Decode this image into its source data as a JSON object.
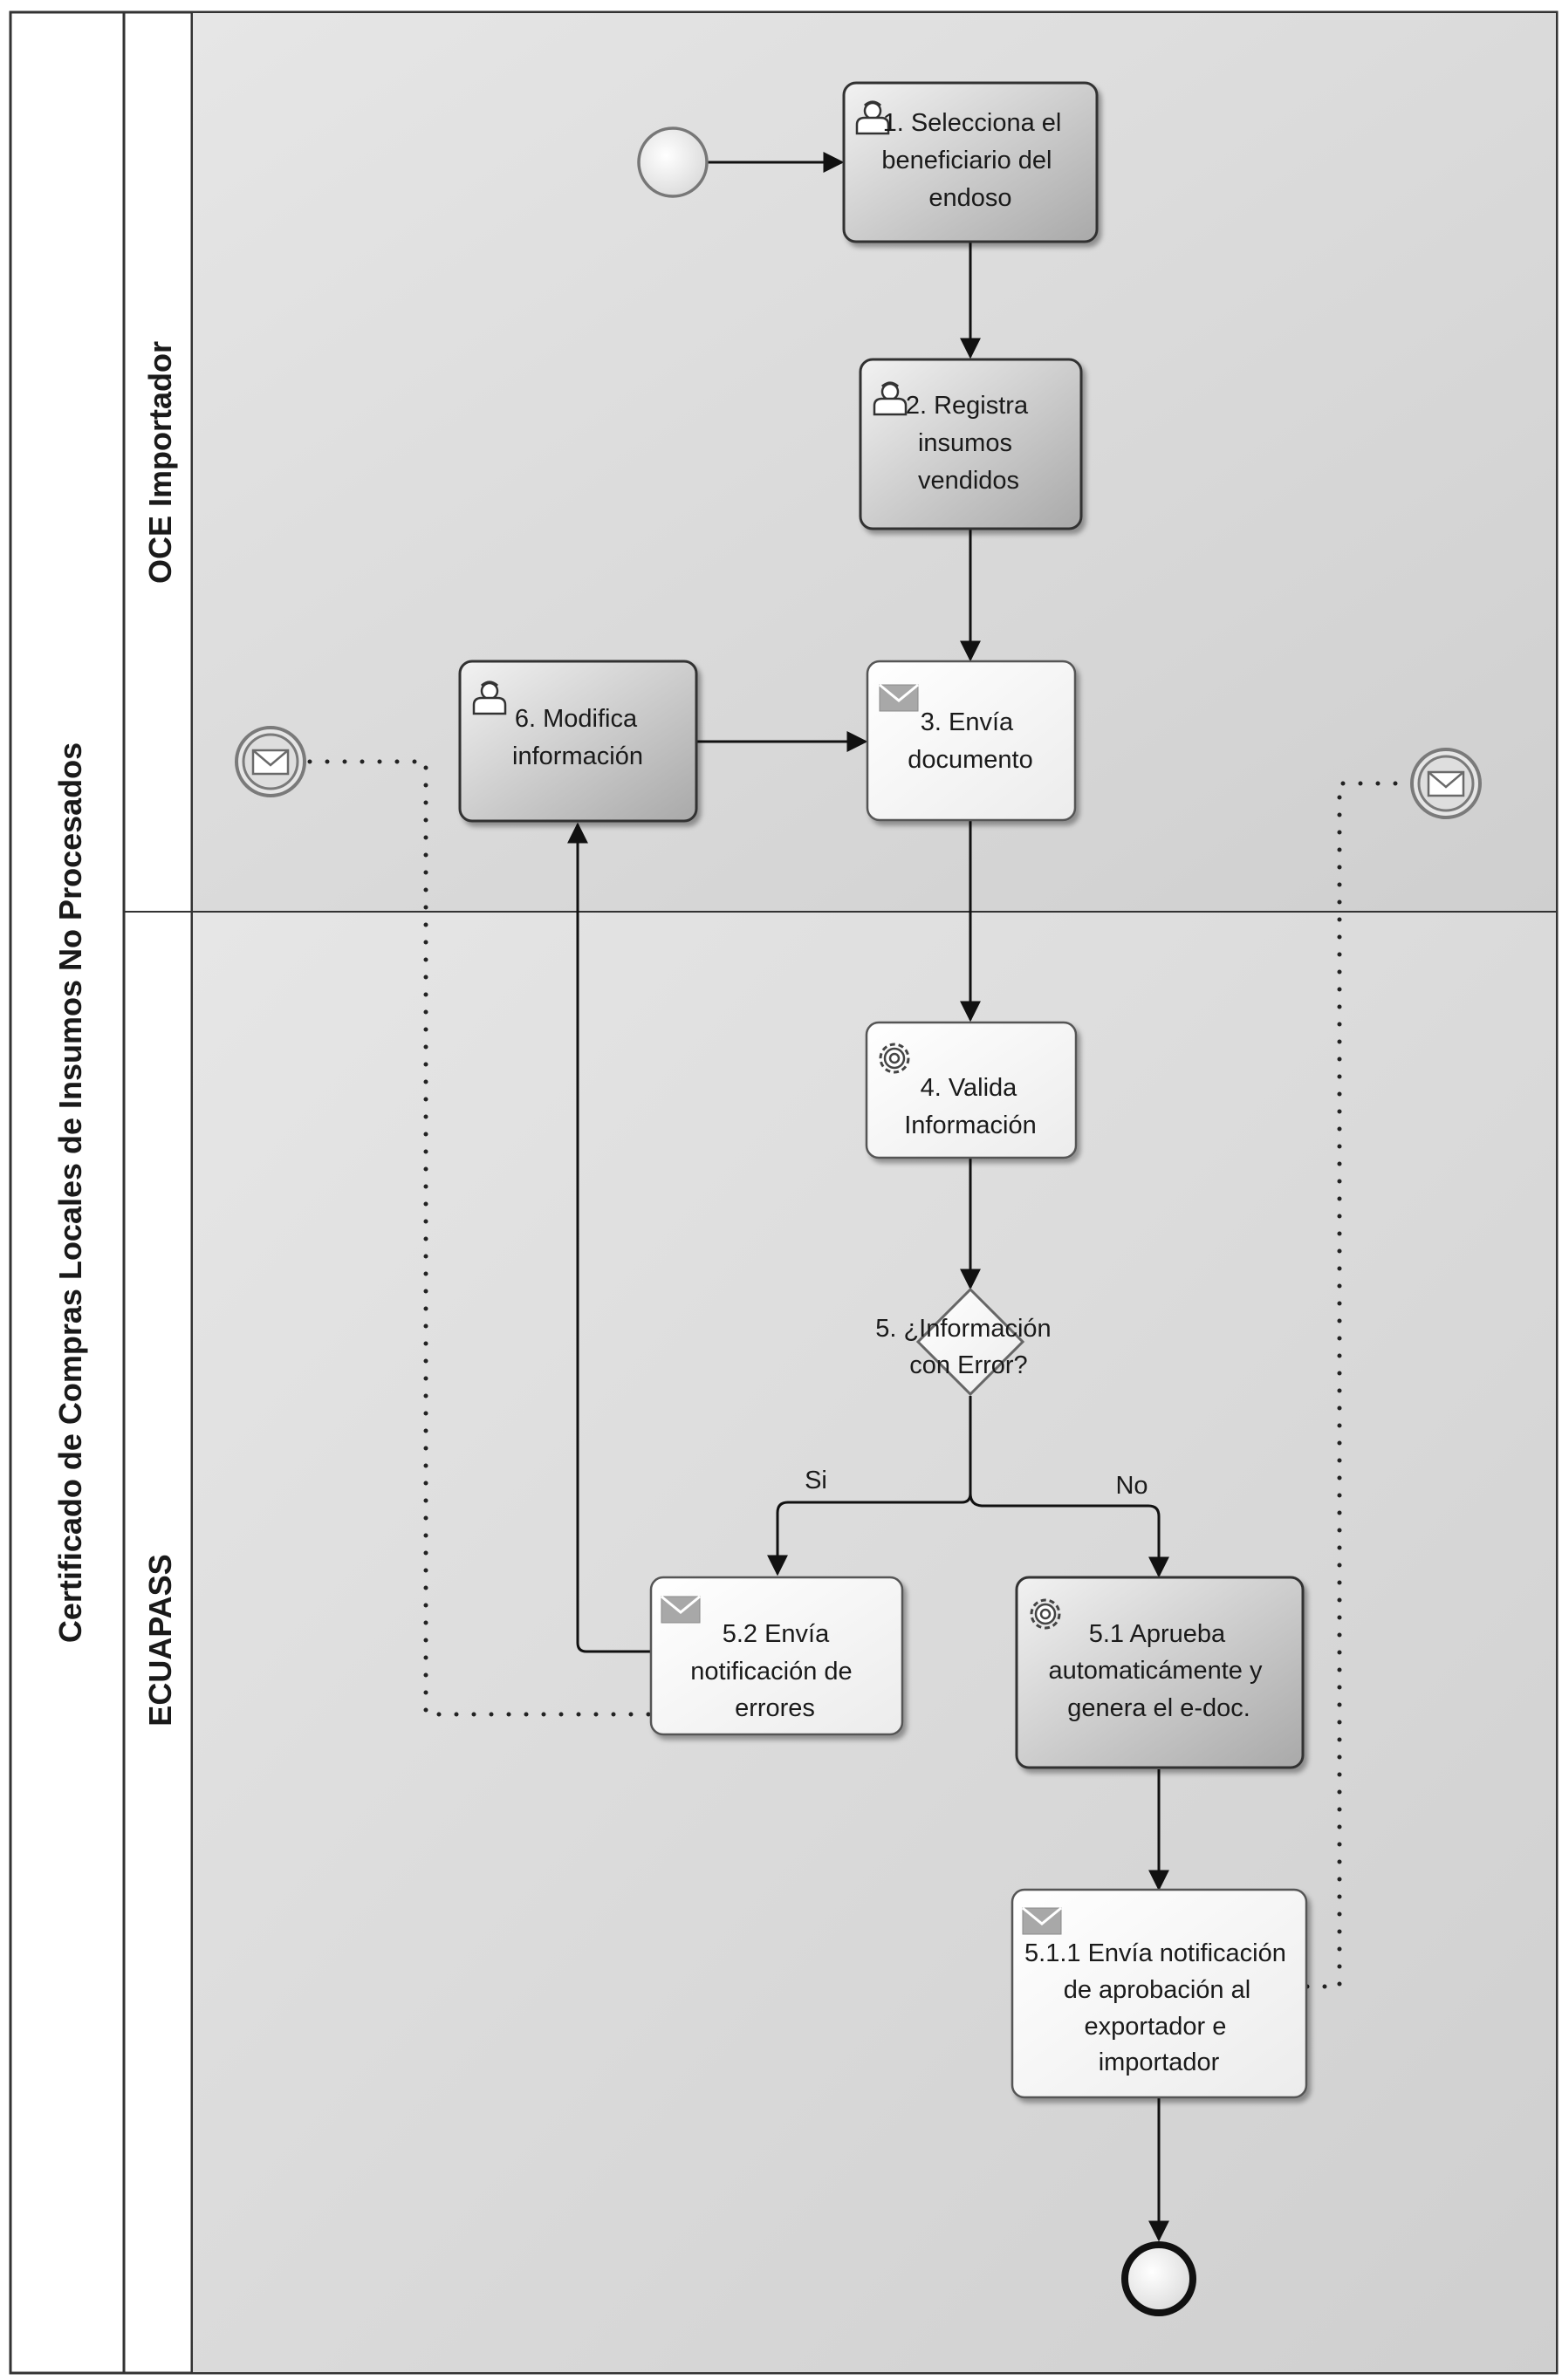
{
  "pool": {
    "title": "Certificado de Compras Locales de Insumos No Procesados",
    "lanes": [
      {
        "name": "OCE Importador"
      },
      {
        "name": "ECUAPASS"
      }
    ]
  },
  "tasks": {
    "t1": {
      "lines": [
        "1. Selecciona el",
        "beneficiario del",
        "endoso"
      ],
      "icon": "user-icon"
    },
    "t2": {
      "lines": [
        "2. Registra",
        "insumos",
        "vendidos"
      ],
      "icon": "user-icon"
    },
    "t3": {
      "lines": [
        "3. Envía",
        "documento"
      ],
      "icon": "envelope-icon"
    },
    "t6": {
      "lines": [
        "6. Modifica",
        "información"
      ],
      "icon": "user-icon"
    },
    "t4": {
      "lines": [
        "4. Valida",
        "Información"
      ],
      "icon": "gear-icon"
    },
    "t52": {
      "lines": [
        "5.2 Envía",
        "notificación de",
        "errores"
      ],
      "icon": "envelope-icon"
    },
    "t51": {
      "lines": [
        "5.1 Aprueba",
        "automaticámente y",
        "genera el e-doc."
      ],
      "icon": "gear-icon"
    },
    "t511": {
      "lines": [
        "5.1.1  Envía notificación",
        "de aprobación al",
        "exportador e",
        "importador"
      ],
      "icon": "envelope-icon"
    }
  },
  "gateway": {
    "lines": [
      "5. ¿Información",
      "con Error?"
    ]
  },
  "flow_labels": {
    "yes": "Si",
    "no": "No"
  },
  "colors": {
    "lane_fill": "#dcdcdc",
    "task_dark": "#bcbcbc",
    "task_light": "#f6f6f6",
    "stroke": "#3a3a3a"
  }
}
